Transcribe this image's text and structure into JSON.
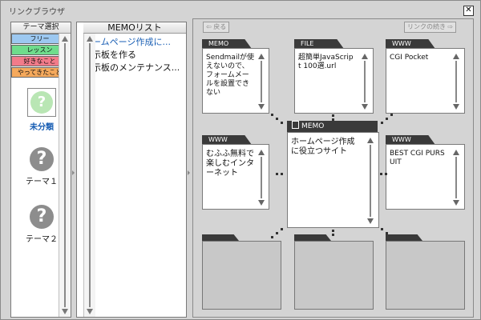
{
  "window": {
    "title": "リンクブラウザ",
    "close_label": "✕"
  },
  "theme_panel": {
    "header": "テーマ選択",
    "tabs": [
      {
        "label": "フリー",
        "color": "#9cc8f0"
      },
      {
        "label": "レッスン",
        "color": "#6fdc8c"
      },
      {
        "label": "好きなこと",
        "color": "#f27b8a"
      },
      {
        "label": "やってきたこと",
        "color": "#f5a95c"
      }
    ],
    "items": [
      {
        "label": "未分類",
        "icon": "question-icon",
        "selected": true
      },
      {
        "label": "テーマ１",
        "icon": "question-icon"
      },
      {
        "label": "テーマ２",
        "icon": "question-icon"
      }
    ]
  },
  "memo_panel": {
    "header": "MEMOリスト",
    "items": [
      "ホームページ作成に...",
      "掲示板を作る",
      "掲示板のメンテナンス..."
    ]
  },
  "browser": {
    "back_label": "⇦ 戻る",
    "next_label": "リンクの続き ⇨",
    "cards": {
      "top_left": {
        "tag": "MEMO",
        "text": "Sendmailが使えないので、フォームメールを設置できない"
      },
      "top_mid": {
        "tag": "FILE",
        "text": "超簡単JavaScript 100選.url"
      },
      "top_right": {
        "tag": "WWW",
        "text": "CGI Pocket"
      },
      "mid_left": {
        "tag": "WWW",
        "text": "むふふ無料で楽しむインターネット"
      },
      "center": {
        "tag": "MEMO",
        "text": "ホームページ作成に役立つサイト"
      },
      "mid_right": {
        "tag": "WWW",
        "text": "BEST CGI PURSUIT"
      }
    }
  },
  "colors": {
    "tab_dark": "#3a3a3a",
    "selected_theme": "#1a5fb4"
  }
}
